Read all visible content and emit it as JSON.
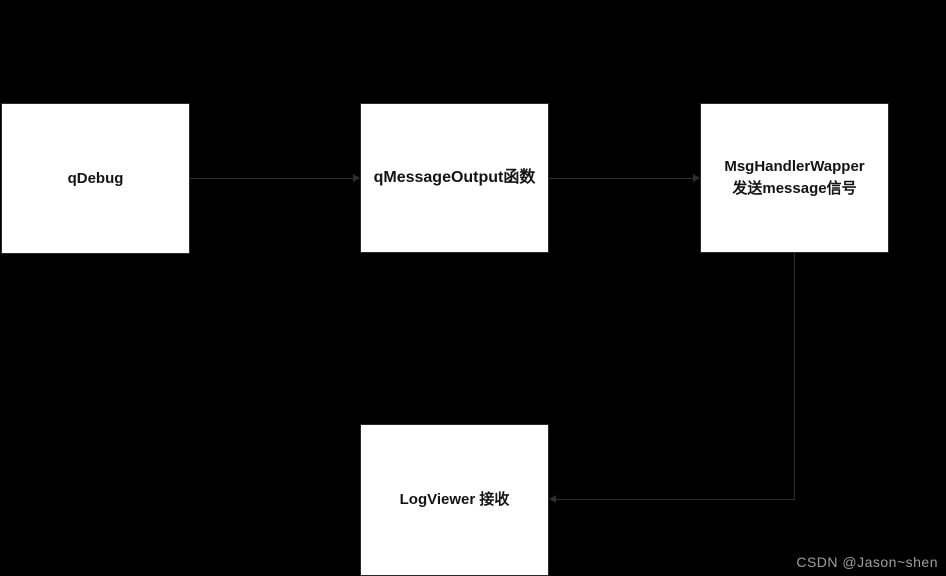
{
  "diagram": {
    "title": "Qt log message flow diagram",
    "colors": {
      "background": "#000000",
      "node_fill": "#ffffff",
      "node_text": "#141414",
      "connector": "#2e2e2e",
      "watermark": "#9e9e9e"
    },
    "nodes": {
      "qdebug": {
        "label": "qDebug"
      },
      "qmessageoutput": {
        "label": "qMessageOutput函数"
      },
      "msghandlerwapper": {
        "line1": "MsgHandlerWapper",
        "line2": "发送message信号"
      },
      "logviewer": {
        "label": "LogViewer 接收"
      }
    },
    "edges": [
      {
        "from": "qdebug",
        "to": "qmessageoutput",
        "direction": "right"
      },
      {
        "from": "qmessageoutput",
        "to": "msghandlerwapper",
        "direction": "right"
      },
      {
        "from": "msghandlerwapper",
        "to": "logviewer",
        "direction": "down-then-left"
      }
    ]
  },
  "watermark": {
    "text": "CSDN @Jason~shen"
  }
}
